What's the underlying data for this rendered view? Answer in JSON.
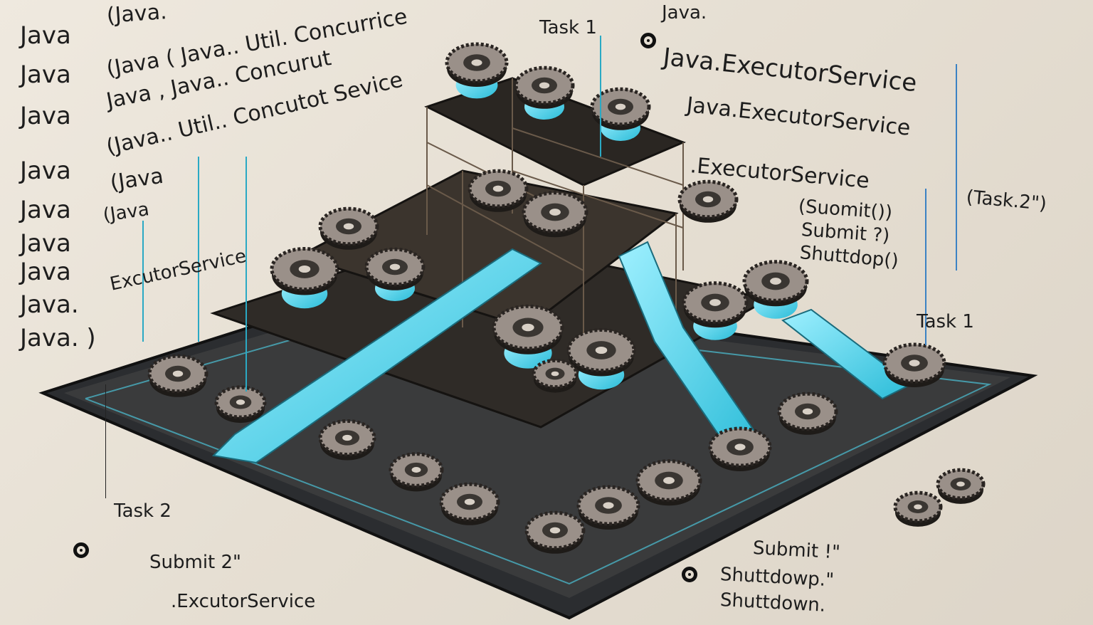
{
  "colors": {
    "background": "#e9e2d6",
    "platform": "#2b2d30",
    "glow": "#4fd8f0",
    "gear": "#3a3632",
    "text": "#1d1d1d"
  },
  "left_code": {
    "java_column": [
      "Java",
      "Java",
      "Java",
      "Java",
      "Java",
      "Java",
      "Java",
      "Java.",
      "Java. )"
    ],
    "lines": [
      "(Java.",
      "(Java ( Java.. Util. Concurrice",
      "Java , Java.. Concurut",
      "(Java.. Util.. Concutot Sevice",
      "(Java",
      "(Java",
      "ExcutorService"
    ]
  },
  "top_labels": {
    "task1": "Task 1",
    "java_prefix": "Java."
  },
  "right_code": {
    "lines": [
      "Java.ExecutorService",
      "Java.ExecutorService",
      ".ExecutorService",
      "(Suomit())",
      "Submit ?)",
      "Shuttdop()"
    ],
    "task2": "(Task.2\")",
    "task1": "Task 1"
  },
  "bottom_left": {
    "task2": "Task 2",
    "submit": "Submit 2\"",
    "executor": ".ExcutorService"
  },
  "bottom_right": {
    "submit": "Submit !\"",
    "shutdown1": "Shuttdowp.\"",
    "shutdown2": "Shuttdown."
  },
  "icons": [
    "gear-icon",
    "bullet-target-icon"
  ]
}
